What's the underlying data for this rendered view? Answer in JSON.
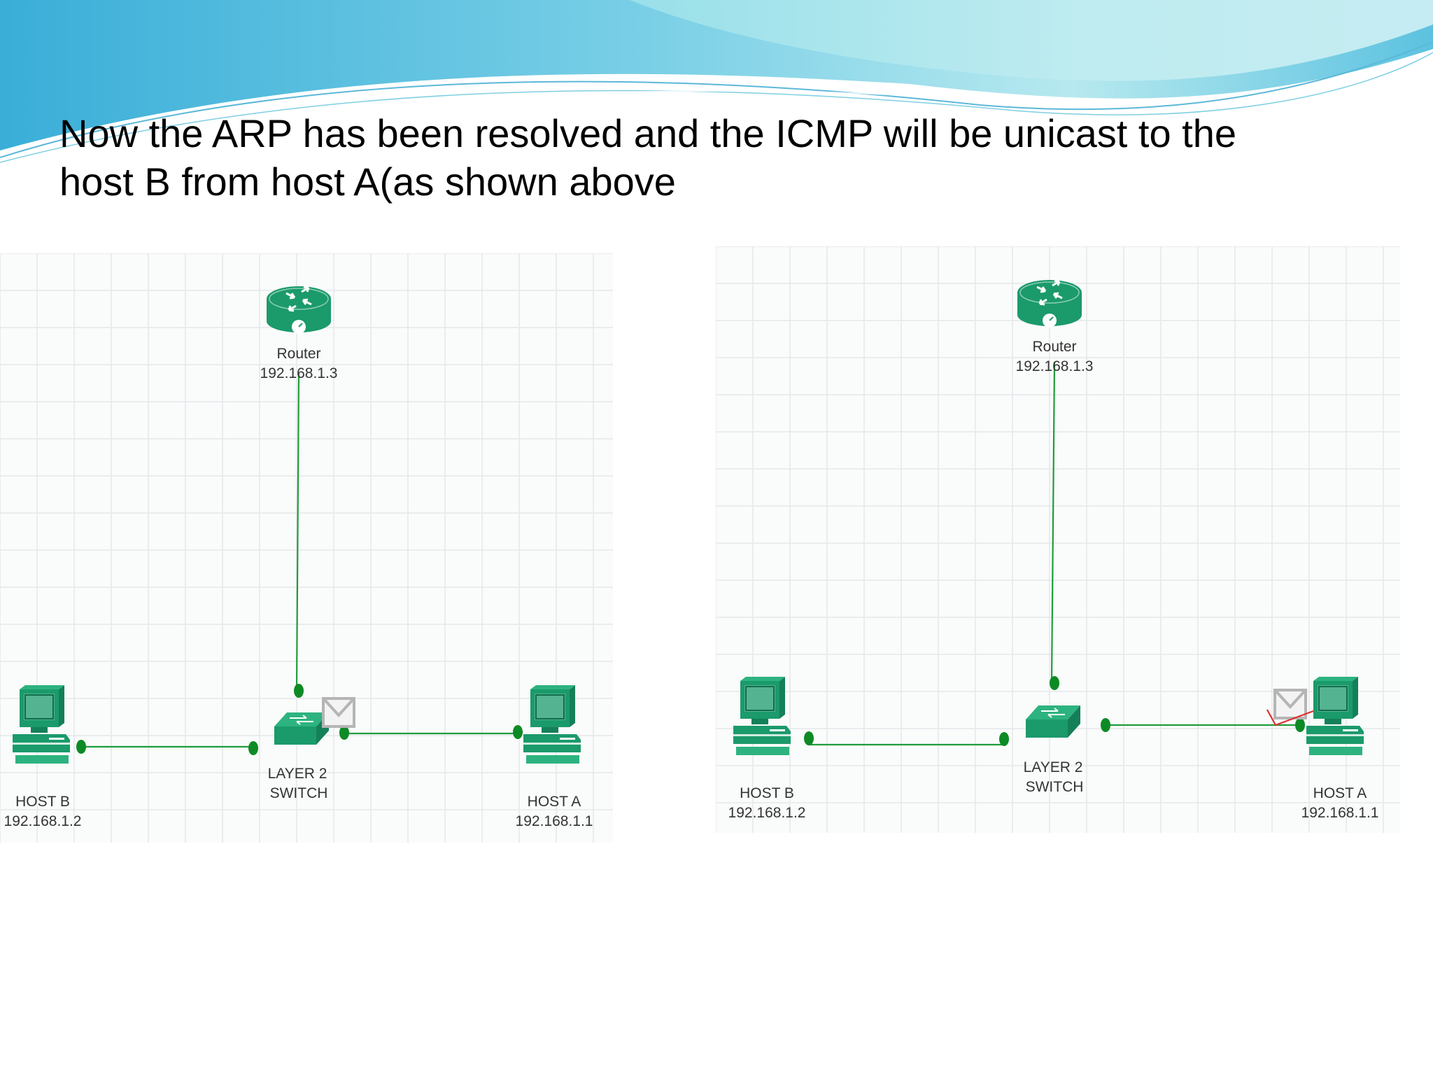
{
  "slide": {
    "title_line1": "Now the ARP has been resolved and the ICMP will be unicast to the",
    "title_line2": "host B from host A(as shown above"
  },
  "colors": {
    "device": "#1b9a6b",
    "link": "#1f9d3a",
    "port": "#0e8a25",
    "grid": "#e6e8ea",
    "envelope": "#b5b5b5",
    "mark": "#e03030",
    "wave_dark": "#2fa8d6",
    "wave_light": "#7ad3e8"
  },
  "icons": [
    "router-icon",
    "switch-icon",
    "computer-icon",
    "envelope-icon"
  ],
  "diagrams": [
    {
      "router": {
        "name": "Router",
        "ip": "192.168.1.3"
      },
      "switch": {
        "line1": "LAYER 2",
        "line2": "SWITCH"
      },
      "host_b": {
        "name": "HOST B",
        "ip": "192.168.1.2"
      },
      "host_a": {
        "name": "HOST A",
        "ip": "192.168.1.1"
      },
      "packet_at": "switch"
    },
    {
      "router": {
        "name": "Router",
        "ip": "192.168.1.3"
      },
      "switch": {
        "line1": "LAYER 2",
        "line2": "SWITCH"
      },
      "host_b": {
        "name": "HOST B",
        "ip": "192.168.1.2"
      },
      "host_a": {
        "name": "HOST A",
        "ip": "192.168.1.1"
      },
      "packet_at": "host_a"
    }
  ]
}
